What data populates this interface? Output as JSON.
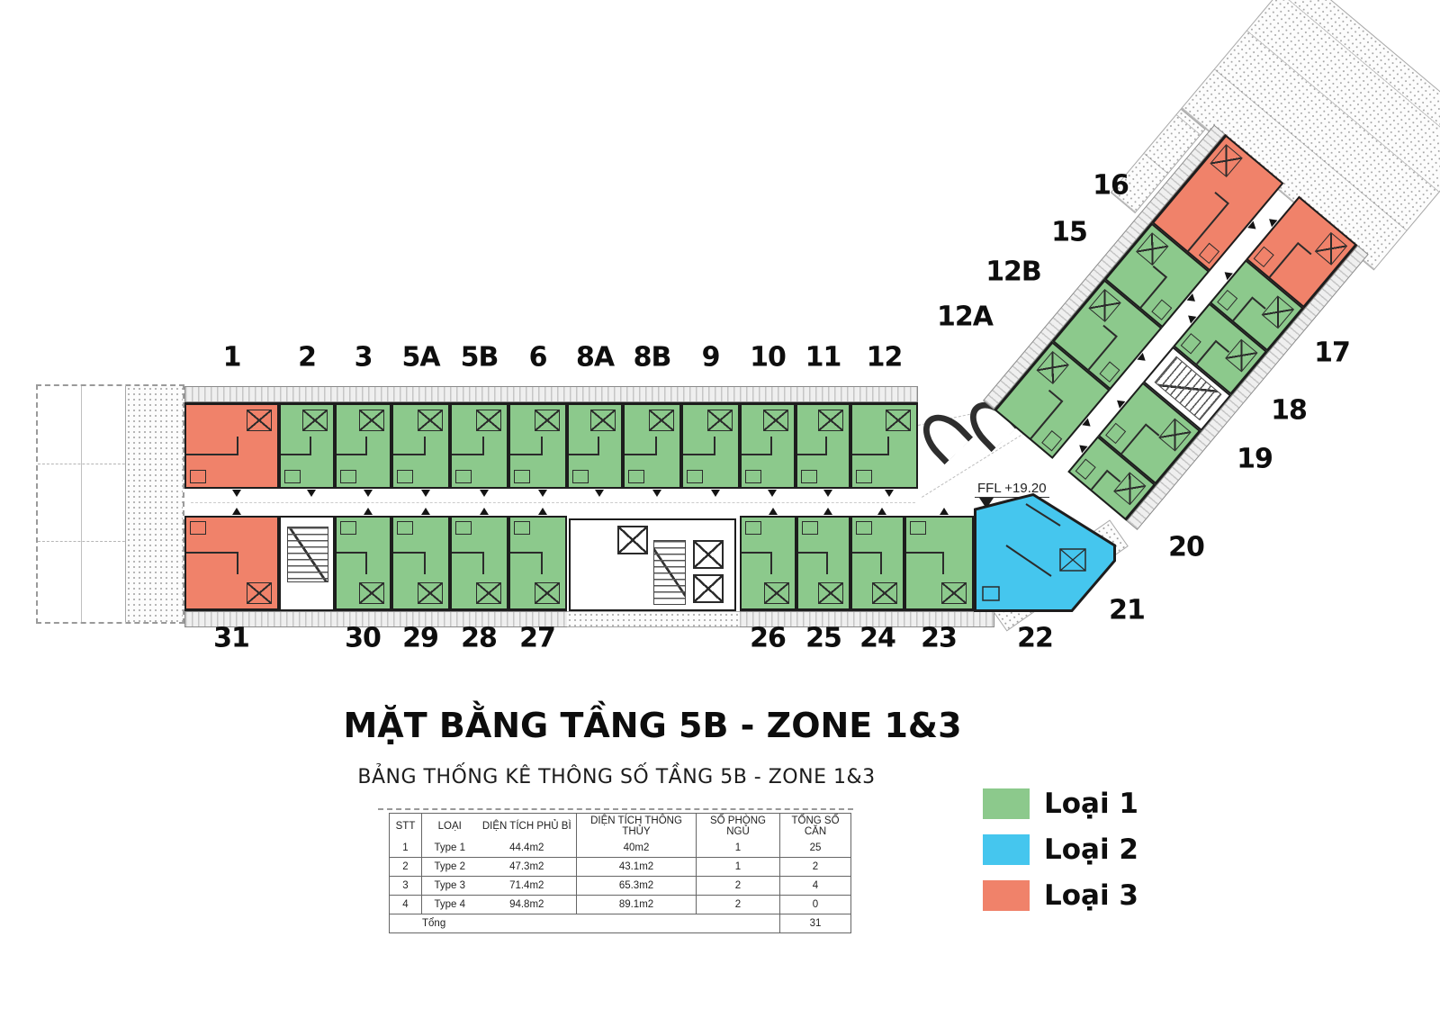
{
  "title": "MẶT BẰNG TẦNG 5B - ZONE 1&3",
  "table": {
    "title": "BẢNG THỐNG KÊ THÔNG SỐ TẦNG 5B - ZONE 1&3",
    "headers": [
      "STT",
      "LOẠI",
      "DIỆN TÍCH PHỦ BÌ",
      "DIỆN TÍCH THÔNG THỦY",
      "SỐ PHÒNG NGỦ",
      "TỔNG SỐ CĂN"
    ],
    "rows": [
      [
        "1",
        "Type 1",
        "44.4m2",
        "40m2",
        "1",
        "25"
      ],
      [
        "2",
        "Type 2",
        "47.3m2",
        "43.1m2",
        "1",
        "2"
      ],
      [
        "3",
        "Type 3",
        "71.4m2",
        "65.3m2",
        "2",
        "4"
      ],
      [
        "4",
        "Type 4",
        "94.8m2",
        "89.1m2",
        "2",
        "0"
      ]
    ],
    "total_label": "Tổng",
    "total_value": "31"
  },
  "legend": {
    "items": [
      {
        "label": "Loại 1",
        "color": "#8CC98C"
      },
      {
        "label": "Loại 2",
        "color": "#45C6EE"
      },
      {
        "label": "Loại 3",
        "color": "#F0826A"
      }
    ]
  },
  "plan": {
    "ffl_label": "FFL +19.20",
    "unit_numbers": {
      "top": [
        "1",
        "2",
        "3",
        "5A",
        "5B",
        "6",
        "8A",
        "8B",
        "9",
        "10",
        "11",
        "12"
      ],
      "bottom": [
        "31",
        "30",
        "29",
        "28",
        "27",
        "26",
        "25",
        "24",
        "23",
        "22"
      ],
      "wing": [
        "12A",
        "12B",
        "15",
        "16",
        "17",
        "18",
        "19",
        "20",
        "21"
      ]
    }
  }
}
